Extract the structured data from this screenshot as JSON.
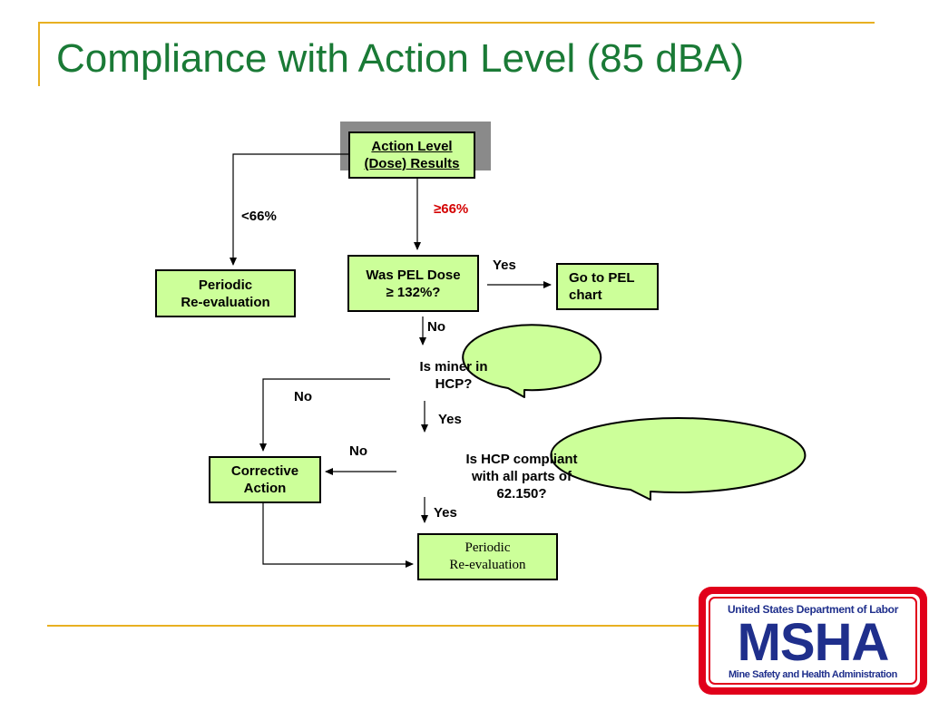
{
  "title": "Compliance with Action Level (85 dBA)",
  "nodes": {
    "action_level": {
      "line1": "Action Level",
      "line2": "(Dose) Results"
    },
    "periodic_left": {
      "line1": "Periodic",
      "line2": "Re-evaluation"
    },
    "was_pel": {
      "line1": "Was PEL Dose",
      "line2": "≥ 132%?"
    },
    "go_pel": {
      "line1": "Go to PEL",
      "line2": "chart"
    },
    "is_miner": {
      "line1": "Is miner in",
      "line2": "HCP?"
    },
    "corrective": {
      "line1": "Corrective",
      "line2": "Action"
    },
    "is_hcp": {
      "line1": "Is HCP compliant",
      "line2": "with all parts of",
      "line3": "62.150?"
    },
    "periodic_bottom": {
      "line1": "Periodic",
      "line2": "Re-evaluation"
    }
  },
  "edges": {
    "lt66": "<66%",
    "ge66": "≥66%",
    "yes_pel": "Yes",
    "no_pel": "No",
    "no_miner": "No",
    "yes_miner": "Yes",
    "no_hcp": "No",
    "yes_hcp": "Yes"
  },
  "logo": {
    "top": "United States Department of Labor",
    "main": "MSHA",
    "bottom": "Mine Safety and Health Administration"
  },
  "colors": {
    "title": "#1a7a36",
    "box_fill": "#ccff99",
    "accent_line": "#e8b022",
    "red_label": "#d40000",
    "logo_red": "#e1001a",
    "logo_blue": "#1f2f8c"
  }
}
